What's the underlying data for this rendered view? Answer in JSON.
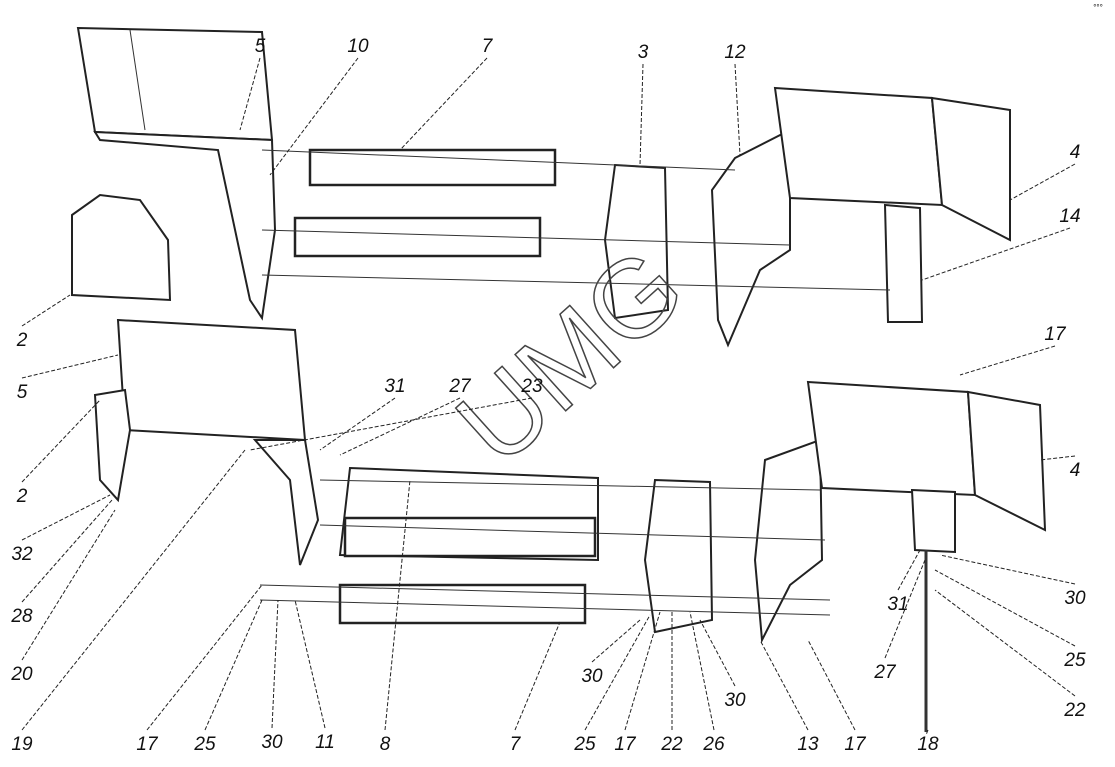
{
  "title": "Exploded assembly diagram",
  "watermark": "UMG",
  "corner_mark": "°°°",
  "labels": [
    "5",
    "10",
    "7",
    "3",
    "12",
    "4",
    "14",
    "2",
    "17",
    "5",
    "31",
    "27",
    "23",
    "2",
    "4",
    "32",
    "28",
    "20",
    "19",
    "30",
    "25",
    "31",
    "27",
    "22",
    "30",
    "30",
    "17",
    "25",
    "30",
    "11",
    "8",
    "7",
    "25",
    "17",
    "22",
    "26",
    "13",
    "17",
    "18"
  ]
}
